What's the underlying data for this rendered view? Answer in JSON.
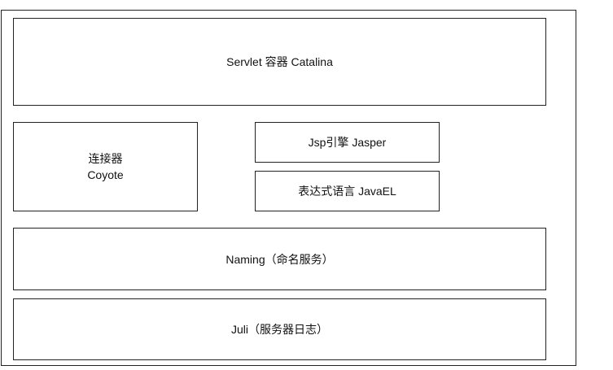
{
  "diagram": {
    "boxes": {
      "catalina": {
        "label": "Servlet 容器 Catalina"
      },
      "coyote": {
        "line1": "连接器",
        "line2": "Coyote"
      },
      "jasper": {
        "label": "Jsp引擎 Jasper"
      },
      "javael": {
        "label": "表达式语言 JavaEL"
      },
      "naming": {
        "label": "Naming（命名服务）"
      },
      "juli": {
        "label": "Juli（服务器日志）"
      }
    }
  }
}
